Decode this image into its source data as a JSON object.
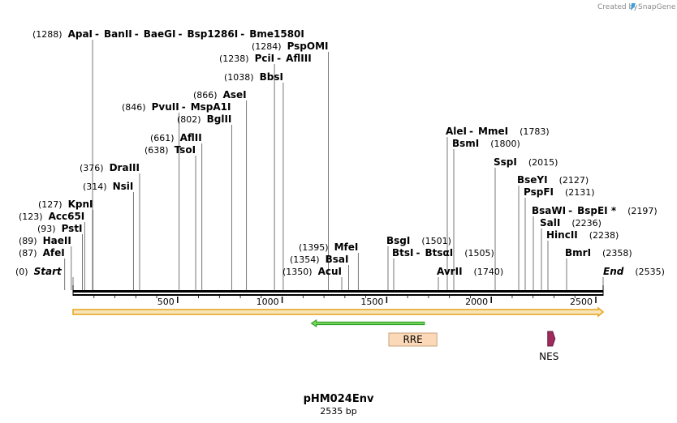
{
  "watermark": {
    "prefix": "Created by",
    "brand": "SnapGene"
  },
  "map": {
    "name": "pHM024Env",
    "length_label": "2535 bp",
    "length_bp": 2535,
    "scale_ticks": [
      "500",
      "1000",
      "1500",
      "2000",
      "2500"
    ],
    "scale_tick_values": [
      500,
      1000,
      1500,
      2000,
      2500
    ]
  },
  "labels": [
    {
      "pos": "(1288)",
      "names": [
        "ApaI",
        "BanII",
        "BaeGI",
        "Bsp1286I",
        "Bme1580I"
      ],
      "pos_right": false,
      "bp": [
        1288,
        1288,
        1288,
        1288,
        1288
      ]
    },
    {
      "pos": "(1284)",
      "names": [
        "PspOMI"
      ],
      "pos_right": false,
      "bp": [
        1284
      ]
    },
    {
      "pos": "(1238)",
      "names": [
        "PciI",
        "AflIII"
      ],
      "pos_right": false,
      "bp": [
        1238,
        1238
      ]
    },
    {
      "pos": "(1038)",
      "names": [
        "BbsI"
      ],
      "pos_right": false,
      "bp": [
        1038
      ]
    },
    {
      "pos": "(866)",
      "names": [
        "AseI"
      ],
      "pos_right": false,
      "bp": [
        866
      ]
    },
    {
      "pos": "(846)",
      "names": [
        "PvuII",
        "MspA1I"
      ],
      "pos_right": false,
      "bp": [
        846,
        846
      ]
    },
    {
      "pos": "(802)",
      "names": [
        "BglII"
      ],
      "pos_right": false,
      "bp": [
        802
      ]
    },
    {
      "pos": "(661)",
      "names": [
        "AflII"
      ],
      "pos_right": false,
      "bp": [
        661
      ]
    },
    {
      "pos": "(638)",
      "names": [
        "TsoI"
      ],
      "pos_right": false,
      "bp": [
        638
      ]
    },
    {
      "pos": "(376)",
      "names": [
        "DraIII"
      ],
      "pos_right": false,
      "bp": [
        376
      ]
    },
    {
      "pos": "(314)",
      "names": [
        "NsiI"
      ],
      "pos_right": false,
      "bp": [
        314
      ]
    },
    {
      "pos": "(127)",
      "names": [
        "KpnI"
      ],
      "pos_right": false,
      "bp": [
        127
      ]
    },
    {
      "pos": "(123)",
      "names": [
        "Acc65I"
      ],
      "pos_right": false,
      "bp": [
        123
      ]
    },
    {
      "pos": "(93)",
      "names": [
        "PstI"
      ],
      "pos_right": false,
      "bp": [
        93
      ]
    },
    {
      "pos": "(89)",
      "names": [
        "HaeII"
      ],
      "pos_right": false,
      "bp": [
        89
      ]
    },
    {
      "pos": "(87)",
      "names": [
        "AfeI"
      ],
      "pos_right": false,
      "bp": [
        87
      ]
    },
    {
      "pos": "(0)",
      "names": [
        "Start"
      ],
      "pos_right": false,
      "italic": true,
      "bp": [
        0
      ]
    },
    {
      "pos": "(1395)",
      "names": [
        "MfeI"
      ],
      "pos_right": false,
      "bp": [
        1395
      ]
    },
    {
      "pos": "(1354)",
      "names": [
        "BsaI"
      ],
      "pos_right": false,
      "bp": [
        1354
      ]
    },
    {
      "pos": "(1350)",
      "names": [
        "AcuI"
      ],
      "pos_right": false,
      "bp": [
        1350
      ]
    },
    {
      "pos": "(1501)",
      "names": [
        "BsgI"
      ],
      "pos_right": true,
      "bp": [
        1501
      ]
    },
    {
      "pos": "(1505)",
      "names": [
        "BtsI",
        "BtsαI"
      ],
      "pos_right": true,
      "bp": [
        1505,
        1505
      ]
    },
    {
      "pos": "(1740)",
      "names": [
        "AvrII"
      ],
      "pos_right": true,
      "bp": [
        1740
      ]
    },
    {
      "pos": "(1783)",
      "names": [
        "AleI",
        "MmeI"
      ],
      "pos_right": true,
      "bp": [
        1783,
        1783
      ]
    },
    {
      "pos": "(1800)",
      "names": [
        "BsmI"
      ],
      "pos_right": true,
      "bp": [
        1800
      ]
    },
    {
      "pos": "(2015)",
      "names": [
        "SspI"
      ],
      "pos_right": true,
      "bp": [
        2015
      ]
    },
    {
      "pos": "(2127)",
      "names": [
        "BseYI"
      ],
      "pos_right": true,
      "bp": [
        2127
      ]
    },
    {
      "pos": "(2131)",
      "names": [
        "PspFI"
      ],
      "pos_right": true,
      "bp": [
        2131
      ]
    },
    {
      "pos": "(2197)",
      "names": [
        "BsaWI",
        "BspEI *"
      ],
      "pos_right": true,
      "bp": [
        2197,
        2197
      ]
    },
    {
      "pos": "(2236)",
      "names": [
        "SalI"
      ],
      "pos_right": true,
      "bp": [
        2236
      ]
    },
    {
      "pos": "(2238)",
      "names": [
        "HincII"
      ],
      "pos_right": true,
      "bp": [
        2238
      ]
    },
    {
      "pos": "(2358)",
      "names": [
        "BmrI"
      ],
      "pos_right": true,
      "bp": [
        2358
      ]
    },
    {
      "pos": "(2535)",
      "names": [
        "End"
      ],
      "pos_right": true,
      "italic": true,
      "bp": [
        2535
      ]
    }
  ],
  "features": [
    {
      "name": "orange-full-length-arrow",
      "start": 0,
      "end": 2535,
      "color": "#e8a21a",
      "fill": "#f7e4b8"
    },
    {
      "name": "green-arrow",
      "start": 1140,
      "end": 1680,
      "color": "#2fa12f",
      "fill": "#7ed957"
    },
    {
      "name": "RRE",
      "label": "RRE",
      "start": 1510,
      "end": 1740,
      "color": "#c9a27a",
      "fill": "#fbd9b8"
    },
    {
      "name": "NES",
      "label": "NES",
      "start": 2270,
      "end": 2305,
      "color": "#6a1a3e",
      "fill": "#9e2a5e"
    }
  ],
  "colors": {
    "backbone": "#000000",
    "leader": "#555555"
  }
}
